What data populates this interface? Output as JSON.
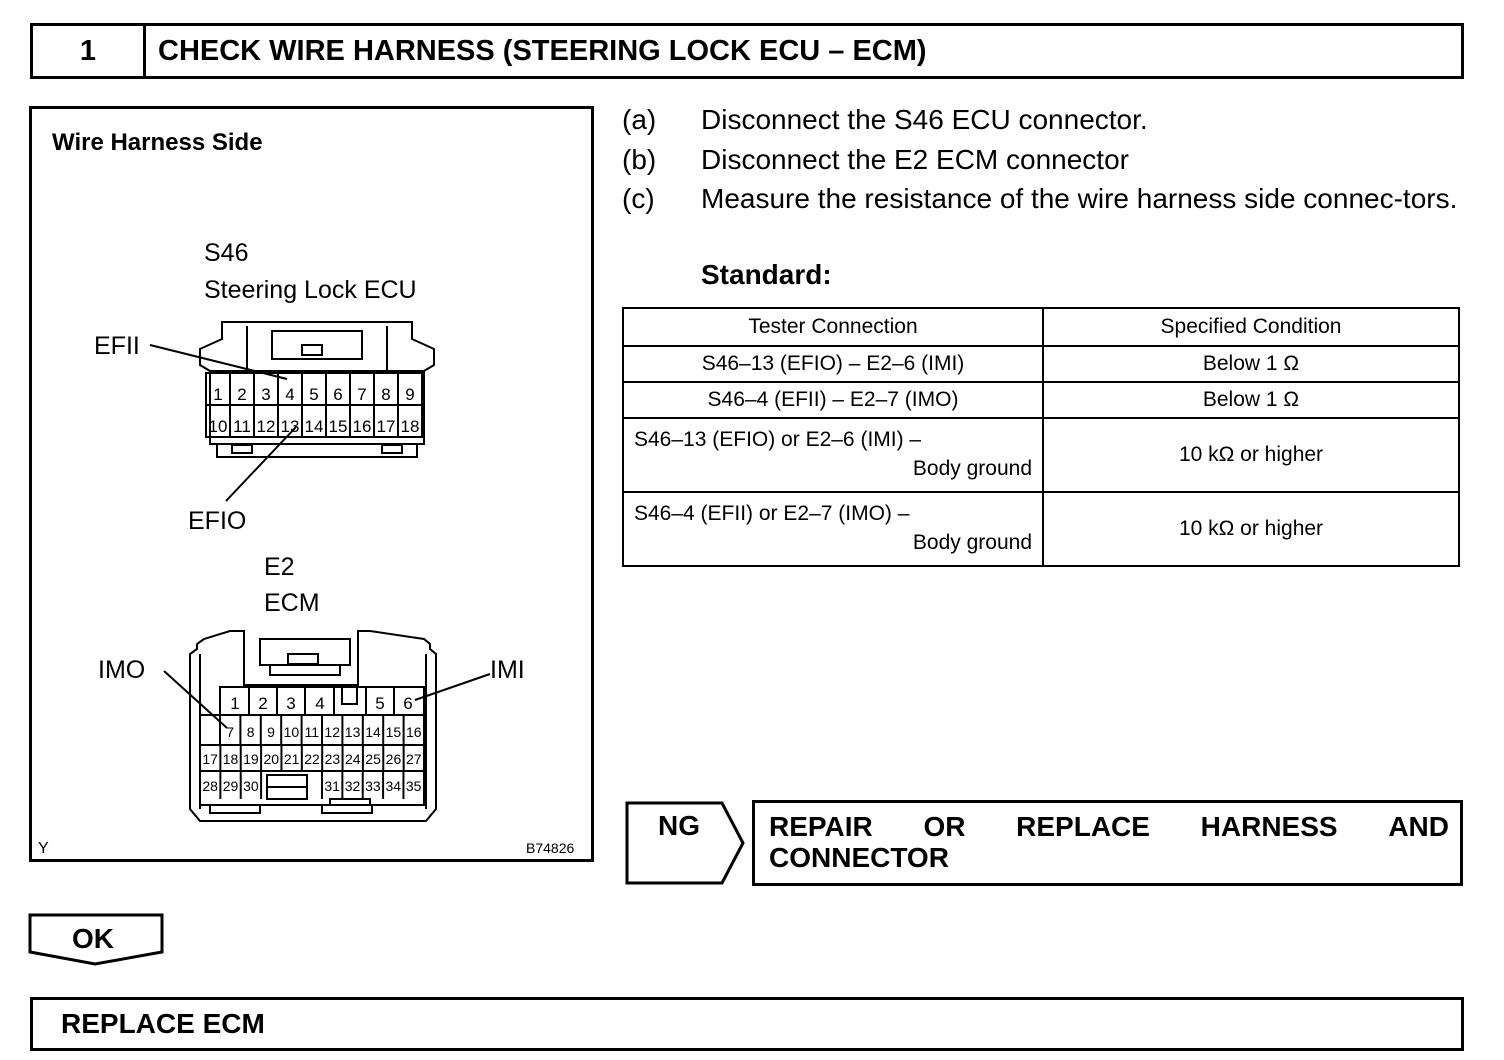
{
  "header": {
    "step_number": "1",
    "title": "CHECK WIRE HARNESS (STEERING LOCK ECU – ECM)"
  },
  "figure": {
    "title": "Wire Harness Side",
    "connector1": {
      "code": "S46",
      "name": "Steering Lock ECU",
      "row1": [
        "1",
        "2",
        "3",
        "4",
        "5",
        "6",
        "7",
        "8",
        "9"
      ],
      "row2": [
        "10",
        "11",
        "12",
        "13",
        "14",
        "15",
        "16",
        "17",
        "18"
      ],
      "callouts": [
        "EFII",
        "EFIO"
      ]
    },
    "connector2": {
      "code": "E2",
      "name": "ECM",
      "row1": [
        "1",
        "2",
        "3",
        "4",
        "5",
        "6"
      ],
      "row2": [
        "7",
        "8",
        "9",
        "10",
        "11",
        "12",
        "13",
        "14",
        "15",
        "16"
      ],
      "row3": [
        "17",
        "18",
        "19",
        "20",
        "21",
        "22",
        "23",
        "24",
        "25",
        "26",
        "27"
      ],
      "row4": [
        "28",
        "29",
        "30",
        "31",
        "32",
        "33",
        "34",
        "35"
      ],
      "callouts": [
        "IMO",
        "IMI"
      ]
    },
    "corner_mark": "Y",
    "figure_id": "B74826"
  },
  "steps": [
    {
      "tag": "(a)",
      "text": "Disconnect the S46 ECU connector."
    },
    {
      "tag": "(b)",
      "text": "Disconnect the E2 ECM connector"
    },
    {
      "tag": "(c)",
      "text": "Measure the resistance of the wire harness side connec-tors."
    }
  ],
  "standard_label": "Standard:",
  "table": {
    "headers": [
      "Tester Connection",
      "Specified Condition"
    ],
    "rows": [
      {
        "connection": "S46–13 (EFIO) – E2–6 (IMI)",
        "condition": "Below 1 Ω"
      },
      {
        "connection": "S46–4 (EFII) – E2–7 (IMO)",
        "condition": "Below 1 Ω"
      },
      {
        "connection": "S46–13 (EFIO) or E2–6 (IMI) –",
        "connection2": "Body ground",
        "condition": "10 kΩ or higher"
      },
      {
        "connection": "S46–4 (EFII) or E2–7 (IMO) –",
        "connection2": "Body ground",
        "condition": "10 kΩ or higher"
      }
    ]
  },
  "ng": {
    "label": "NG",
    "words": [
      "REPAIR",
      "OR",
      "REPLACE",
      "HARNESS",
      "AND"
    ],
    "line2": "CONNECTOR"
  },
  "ok": {
    "label": "OK"
  },
  "final": {
    "text": "REPLACE ECM"
  }
}
